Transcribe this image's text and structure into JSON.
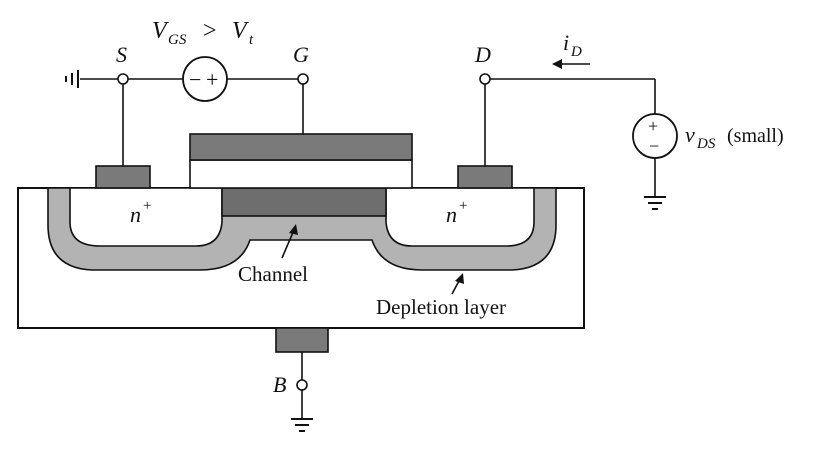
{
  "diagram": {
    "labels": {
      "source": "S",
      "gate": "G",
      "drain": "D",
      "body": "B",
      "vgs_condition": "V",
      "vgs_sub": "GS",
      "vgs_op": ">",
      "vt": "V",
      "vt_sub": "t",
      "current": "i",
      "current_sub": "D",
      "vds": "v",
      "vds_sub": "DS",
      "vds_note": "(small)",
      "n_plus_left": "n",
      "n_plus_right": "n",
      "superscript_plus": "+",
      "channel": "Channel",
      "depletion": "Depletion layer",
      "battery_minus": "−",
      "battery_plus": "+",
      "source_plus": "+",
      "source_minus": "−"
    },
    "colors": {
      "metal": "#7a7a7a",
      "depletion": "#b3b3b3",
      "channel": "#6e6e6e",
      "substrate": "#ffffff",
      "line": "#111111"
    }
  }
}
